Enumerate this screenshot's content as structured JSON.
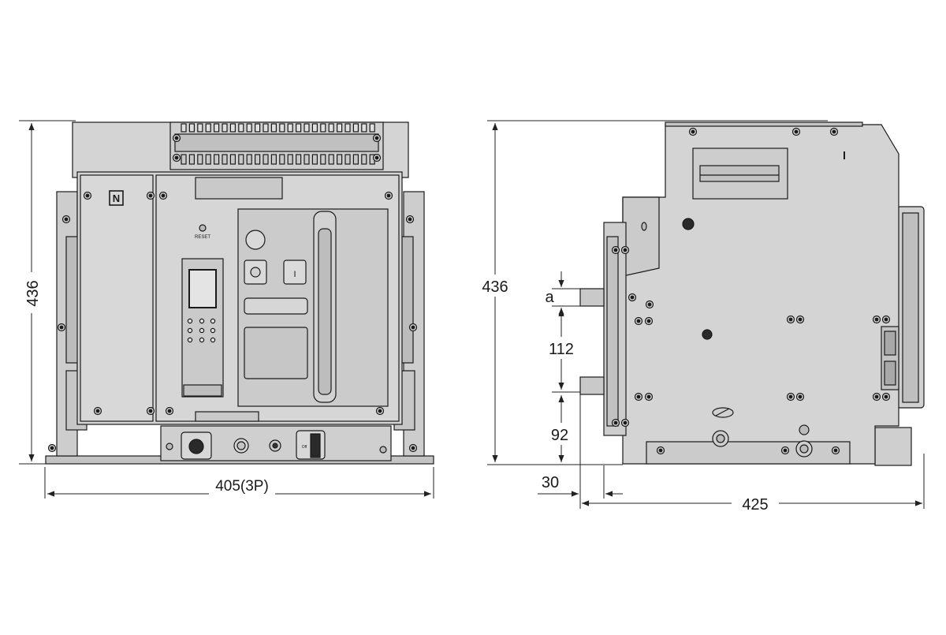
{
  "front_view": {
    "height_label": "436",
    "width_label": "405(3P)",
    "neutral_label": "N",
    "reset_label": "RESET",
    "off_label": "I",
    "on_label": "Off"
  },
  "side_view": {
    "height_label": "436",
    "depth_label": "425",
    "terminal_a_label": "a",
    "terminal_pitch_label": "112",
    "terminal_height_label": "92",
    "terminal_length_label": "30"
  },
  "colors": {
    "body_fill": "#d4d4d4",
    "panel_fill": "#c8c8c8",
    "dark_fill": "#a8a8a8",
    "line": "#1a1a1a",
    "dimension_line": "#222222"
  }
}
